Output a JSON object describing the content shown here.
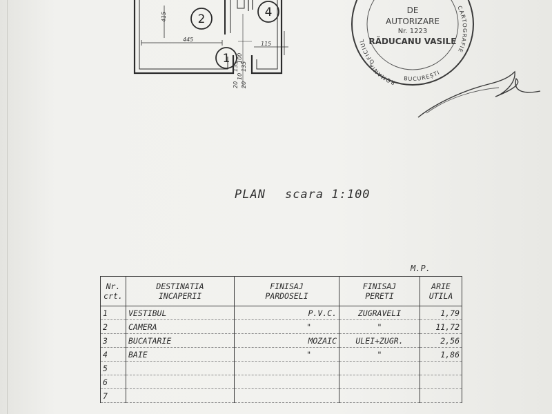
{
  "floor_plan": {
    "room_labels": [
      "2",
      "4",
      "1"
    ],
    "dimensions": [
      "415",
      "445",
      "115",
      "20",
      "10",
      "20",
      "135",
      "100",
      "135"
    ]
  },
  "stamp": {
    "line1": "DE",
    "line2": "AUTORIZARE",
    "line3": "Nr. 1223",
    "line4": "RĂDUCANU VASILE",
    "arc_left": "OFICIUL",
    "arc_left2": "ROMANIA",
    "arc_right": "CARTOGRAFIE",
    "arc_bottom": "BUCUREȘTI"
  },
  "caption": {
    "title": "PLAN",
    "scale": "scara 1:100"
  },
  "table": {
    "unit": "M.P.",
    "headers": {
      "nr": [
        "Nr.",
        "crt."
      ],
      "dest": [
        "DESTINATIA",
        "INCAPERII"
      ],
      "floor": [
        "FINISAJ",
        "PARDOSELI"
      ],
      "walls": [
        "FINISAJ",
        "PERETI"
      ],
      "area": [
        "ARIE",
        "UTILA"
      ]
    },
    "rows": [
      {
        "nr": "1",
        "dest": "VESTIBUL",
        "floor": "P.V.C.",
        "walls": "ZUGRAVELI",
        "area": "1,79"
      },
      {
        "nr": "2",
        "dest": "CAMERA",
        "floor": "\"",
        "walls": "\"",
        "area": "11,72"
      },
      {
        "nr": "3",
        "dest": "BUCATARIE",
        "floor": "MOZAIC",
        "walls": "ULEI+ZUGR.",
        "area": "2,56"
      },
      {
        "nr": "4",
        "dest": "BAIE",
        "floor": "\"",
        "walls": "\"",
        "area": "1,86"
      },
      {
        "nr": "5",
        "dest": "",
        "floor": "",
        "walls": "",
        "area": ""
      },
      {
        "nr": "6",
        "dest": "",
        "floor": "",
        "walls": "",
        "area": ""
      },
      {
        "nr": "7",
        "dest": "",
        "floor": "",
        "walls": "",
        "area": ""
      }
    ]
  }
}
